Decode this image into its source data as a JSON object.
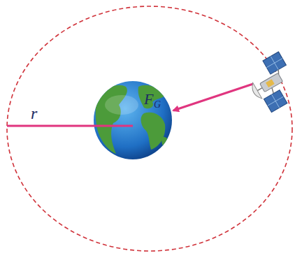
{
  "diagram": {
    "labels": [
      "r",
      "F",
      "G"
    ]
  }
}
